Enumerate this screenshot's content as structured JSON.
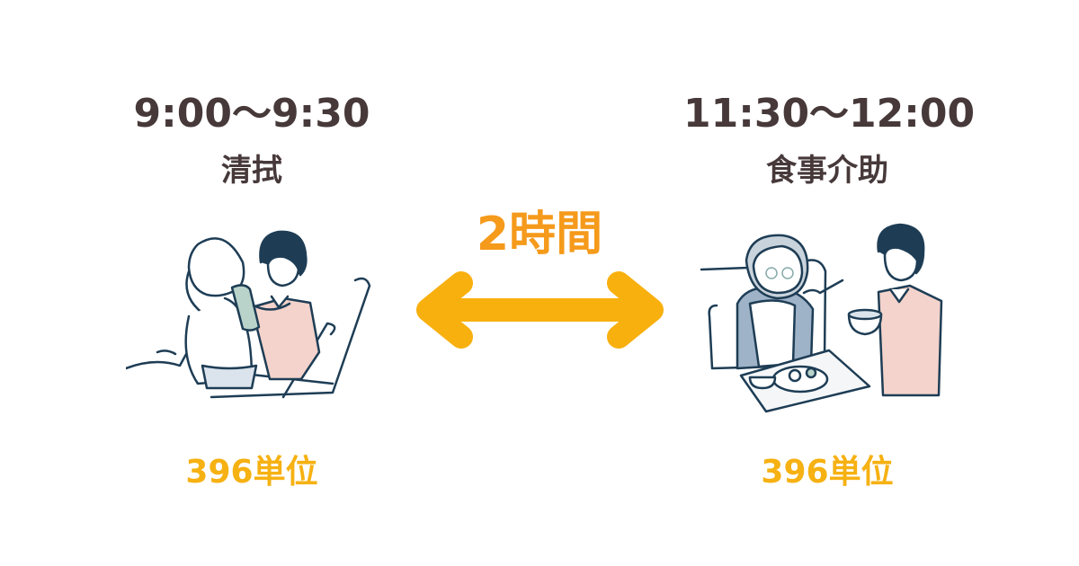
{
  "left": {
    "time_range": "9:00〜9:30",
    "task": "清拭",
    "illustration": "caregiver-wiping-elderly-back-illustration",
    "units": "396単位"
  },
  "right": {
    "time_range": "11:30〜12:00",
    "task": "食事介助",
    "illustration": "caregiver-feeding-elderly-illustration",
    "units": "396単位"
  },
  "center": {
    "duration": "2時間",
    "arrow_icon": "double-headed-arrow-icon"
  },
  "colors": {
    "text_dark": "#47393a",
    "duration_orange": "#f59a1b",
    "arrow_yellow": "#f8b00f",
    "units_yellow": "#f6b112",
    "line_navy": "#1e3d55",
    "apron_pink": "#f3d3cb",
    "towel_green": "#b9d3cb"
  }
}
